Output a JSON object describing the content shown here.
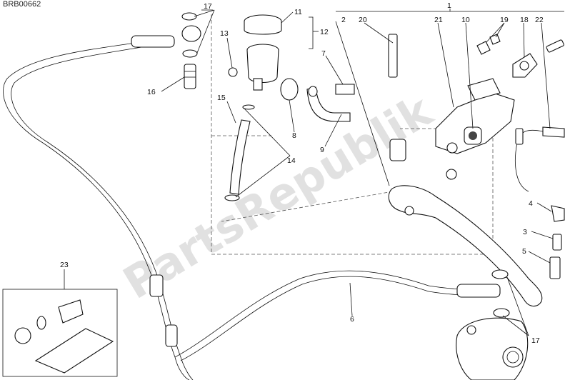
{
  "diagram": {
    "code": "BRB00662",
    "watermark": "PartsRepublik",
    "callouts": {
      "c1": "1",
      "c2": "2",
      "c3": "3",
      "c4": "4",
      "c5": "5",
      "c6": "6",
      "c7": "7",
      "c8": "8",
      "c9": "9",
      "c10": "10",
      "c11": "11",
      "c12": "12",
      "c13": "13",
      "c14": "14",
      "c15": "15",
      "c16": "16",
      "c17a": "17",
      "c17b": "17",
      "c18": "18",
      "c19": "19",
      "c20": "20",
      "c21": "21",
      "c22": "22",
      "c23": "23"
    }
  }
}
